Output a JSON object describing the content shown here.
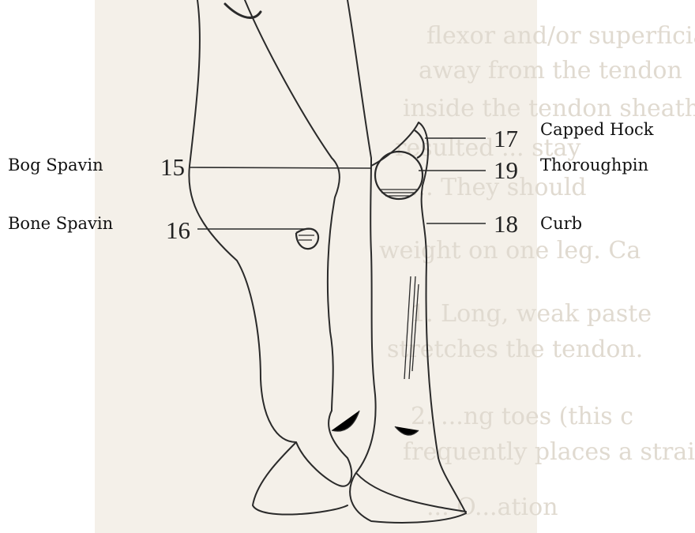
{
  "labels": [
    {
      "id": "bog-spavin",
      "number": "15",
      "text": "Bog Spavin"
    },
    {
      "id": "bone-spavin",
      "number": "16",
      "text": "Bone Spavin"
    },
    {
      "id": "capped-hock",
      "number": "17",
      "text": "Capped Hock"
    },
    {
      "id": "curb",
      "number": "18",
      "text": "Curb"
    },
    {
      "id": "thoroughpin",
      "number": "19",
      "text": "Thoroughpin"
    }
  ],
  "background_text": [
    "flexor and/or superficial",
    "away from the tendon",
    "inside the tendon sheath",
    "resulted ... stay",
    "... They should",
    "weight on one leg. Ca",
    "1. Long, weak paste",
    "stretches the tendon.",
    "2. ...ng toes (this c",
    "frequently places a strain",
    "... O...ation"
  ],
  "colors": {
    "ink": "#2a2a2a",
    "paper": "#f4f0e9",
    "ghost": "#e0dad0"
  }
}
